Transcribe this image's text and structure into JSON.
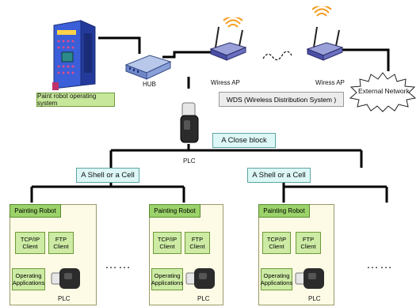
{
  "top": {
    "server_label": "Paint robot operating system",
    "hub_label": "HUB",
    "ap1_label": "Wiress AP",
    "ap2_label": "Wiress AP",
    "wds_label": "WDS (Wireless Distribution System )",
    "external_label": "External Network"
  },
  "middle": {
    "close_block_label": "A Close block",
    "plc_label": "PLC",
    "shell_left_label": "A Shell or a Cell",
    "shell_right_label": "A Shell or a Cell"
  },
  "robots": [
    {
      "header": "Painting Robot",
      "tcp": "TCP/IP Client",
      "ftp": "FTP Client",
      "ops": "Operating Applications",
      "plc": "PLC"
    },
    {
      "header": "Painting Robot",
      "tcp": "TCP/IP Client",
      "ftp": "FTP Client",
      "ops": "Operating Applications",
      "plc": "PLC"
    },
    {
      "header": "Painting Robot",
      "tcp": "TCP/IP Client",
      "ftp": "FTP Client",
      "ops": "Operating Applications",
      "plc": "PLC"
    }
  ],
  "ellipsis": {
    "left": "……",
    "right": "……"
  }
}
